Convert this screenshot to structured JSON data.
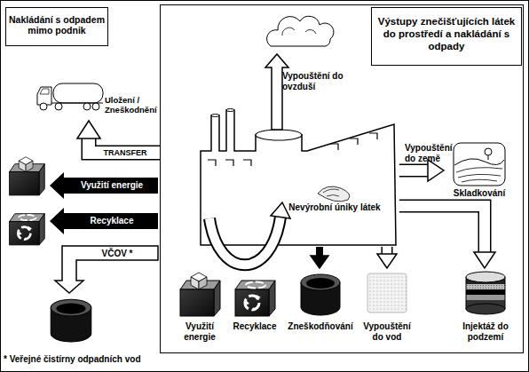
{
  "diagram": {
    "nodes": [
      {
        "text": [
          "Nakládání s odpadem mimo podnik"
        ]
      },
      {
        "text": [
          "Uložení / Zneškodnění"
        ]
      },
      {
        "text": [
          "Výstupy znečišťujících látek do prostředí a nakládání s odpady"
        ]
      },
      {
        "text": [
          "Nevýrobní úniky látek"
        ],
        "in": 2
      },
      {
        "text": [
          "Skladkování"
        ],
        "in": 2
      },
      {
        "text": [
          "Využití energie"
        ],
        "in": 2
      },
      {
        "text": [
          "Recyklace"
        ],
        "in": 2
      },
      {
        "text": [
          "Zneškodňování"
        ],
        "in": 2
      },
      {
        "text": [
          "Vypouštění do vod"
        ],
        "in": 2
      },
      {
        "text": [
          "Injektáž do podzemí"
        ],
        "in": 2
      }
    ],
    "edges": [
      {
        "from": 3,
        "to": 4,
        "label": "Vypouštění do země",
        "arrow": "to"
      },
      {
        "from": 3,
        "to": 7,
        "arrow": "to"
      },
      {
        "from": 3,
        "to": 8,
        "arrow": "to"
      },
      {
        "from": 3,
        "to": 9,
        "arrow": "to"
      },
      {
        "from": 2,
        "to": 1,
        "label": "TRANSFER",
        "arrow": "to"
      }
    ],
    "labels": [
      "Vypouštění do ovzduší",
      "Využití energie",
      "Recyklace",
      "VČOV *",
      "* Veřejné čistírny odpadních vod"
    ]
  }
}
